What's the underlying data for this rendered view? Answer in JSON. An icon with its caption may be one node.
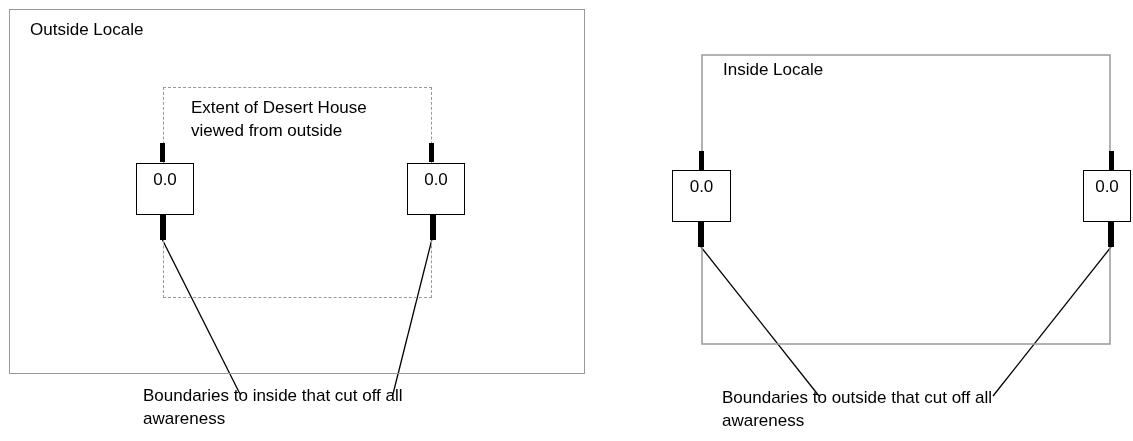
{
  "diagram": {
    "nodes": [
      {
        "text": [
          "Outside Locale"
        ]
      },
      {
        "text": [
          "Extent of Desert House viewed from outside"
        ],
        "in": 0
      },
      {
        "text": [
          "0.0"
        ],
        "in": 0
      },
      {
        "text": [
          "0.0"
        ],
        "in": 0
      },
      {
        "text": [],
        "shape": "bar",
        "in": 0
      },
      {
        "text": [],
        "shape": "bar",
        "in": 0
      },
      {
        "text": [
          "Boundaries to inside that cut off all awareness"
        ]
      },
      {
        "text": [
          "Inside Locale"
        ]
      },
      {
        "text": [
          "0.0"
        ]
      },
      {
        "text": [
          "0.0"
        ]
      },
      {
        "text": [],
        "shape": "bar"
      },
      {
        "text": [],
        "shape": "bar"
      },
      {
        "text": [
          "Boundaries to outside that cut off all awareness"
        ]
      }
    ],
    "edges": [
      {
        "from": 6,
        "to": 4,
        "arrow": "none"
      },
      {
        "from": 6,
        "to": 5,
        "arrow": "none"
      },
      {
        "from": 12,
        "to": 10,
        "arrow": "none"
      },
      {
        "from": 12,
        "to": 11,
        "arrow": "none"
      }
    ]
  }
}
